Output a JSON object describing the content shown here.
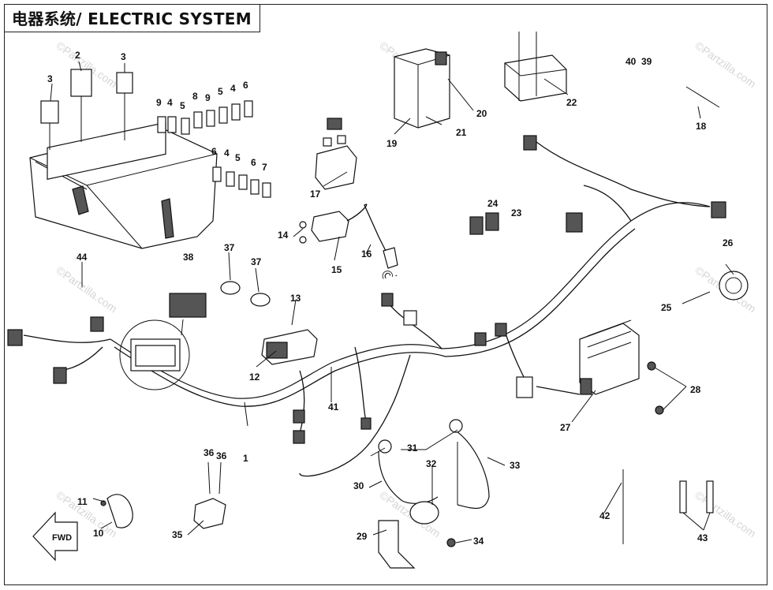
{
  "title": "电器系统/ ELECTRIC SYSTEM",
  "watermark": "©Partzilla.com",
  "watermark_main": "©Partzilla.com",
  "arrow_label": "FWD",
  "callouts": [
    "1",
    "2",
    "3",
    "3",
    "4",
    "4",
    "4",
    "5",
    "5",
    "5",
    "6",
    "6",
    "6",
    "7",
    "8",
    "9",
    "9",
    "10",
    "11",
    "12",
    "13",
    "14",
    "15",
    "16",
    "17",
    "18",
    "19",
    "20",
    "21",
    "22",
    "23",
    "24",
    "25",
    "26",
    "27",
    "28",
    "29",
    "30",
    "31",
    "32",
    "33",
    "34",
    "35",
    "36",
    "36",
    "37",
    "37",
    "38",
    "39",
    "40",
    "41",
    "42",
    "43",
    "44"
  ]
}
